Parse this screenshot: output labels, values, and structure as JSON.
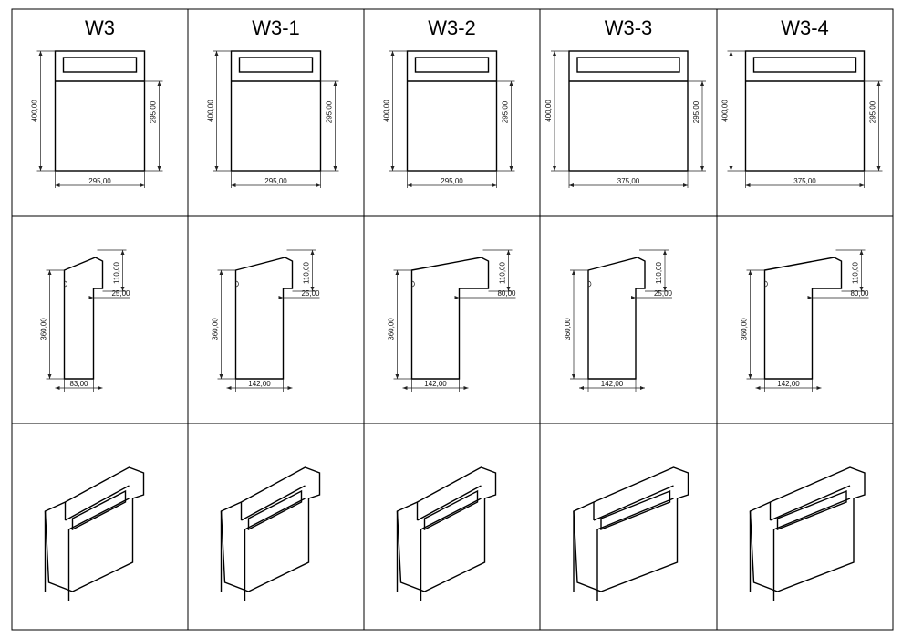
{
  "models": [
    {
      "name": "W3",
      "front": {
        "height": "400,00",
        "depth": "295,00",
        "width": "295,00"
      },
      "side": {
        "height": "360,00",
        "top": "110,00",
        "step": "25,00",
        "bottom": "83,00"
      }
    },
    {
      "name": "W3-1",
      "front": {
        "height": "400,00",
        "depth": "295,00",
        "width": "295,00"
      },
      "side": {
        "height": "360,00",
        "top": "110,00",
        "step": "25,00",
        "bottom": "142,00"
      }
    },
    {
      "name": "W3-2",
      "front": {
        "height": "400,00",
        "depth": "295,00",
        "width": "295,00"
      },
      "side": {
        "height": "360,00",
        "top": "110,00",
        "step": "80,00",
        "bottom": "142,00"
      }
    },
    {
      "name": "W3-3",
      "front": {
        "height": "400,00",
        "depth": "295,00",
        "width": "375,00"
      },
      "side": {
        "height": "360,00",
        "top": "110,00",
        "step": "25,00",
        "bottom": "142,00"
      }
    },
    {
      "name": "W3-4",
      "front": {
        "height": "400,00",
        "depth": "295,00",
        "width": "375,00"
      },
      "side": {
        "height": "360,00",
        "top": "110,00",
        "step": "80,00",
        "bottom": "142,00"
      }
    }
  ]
}
